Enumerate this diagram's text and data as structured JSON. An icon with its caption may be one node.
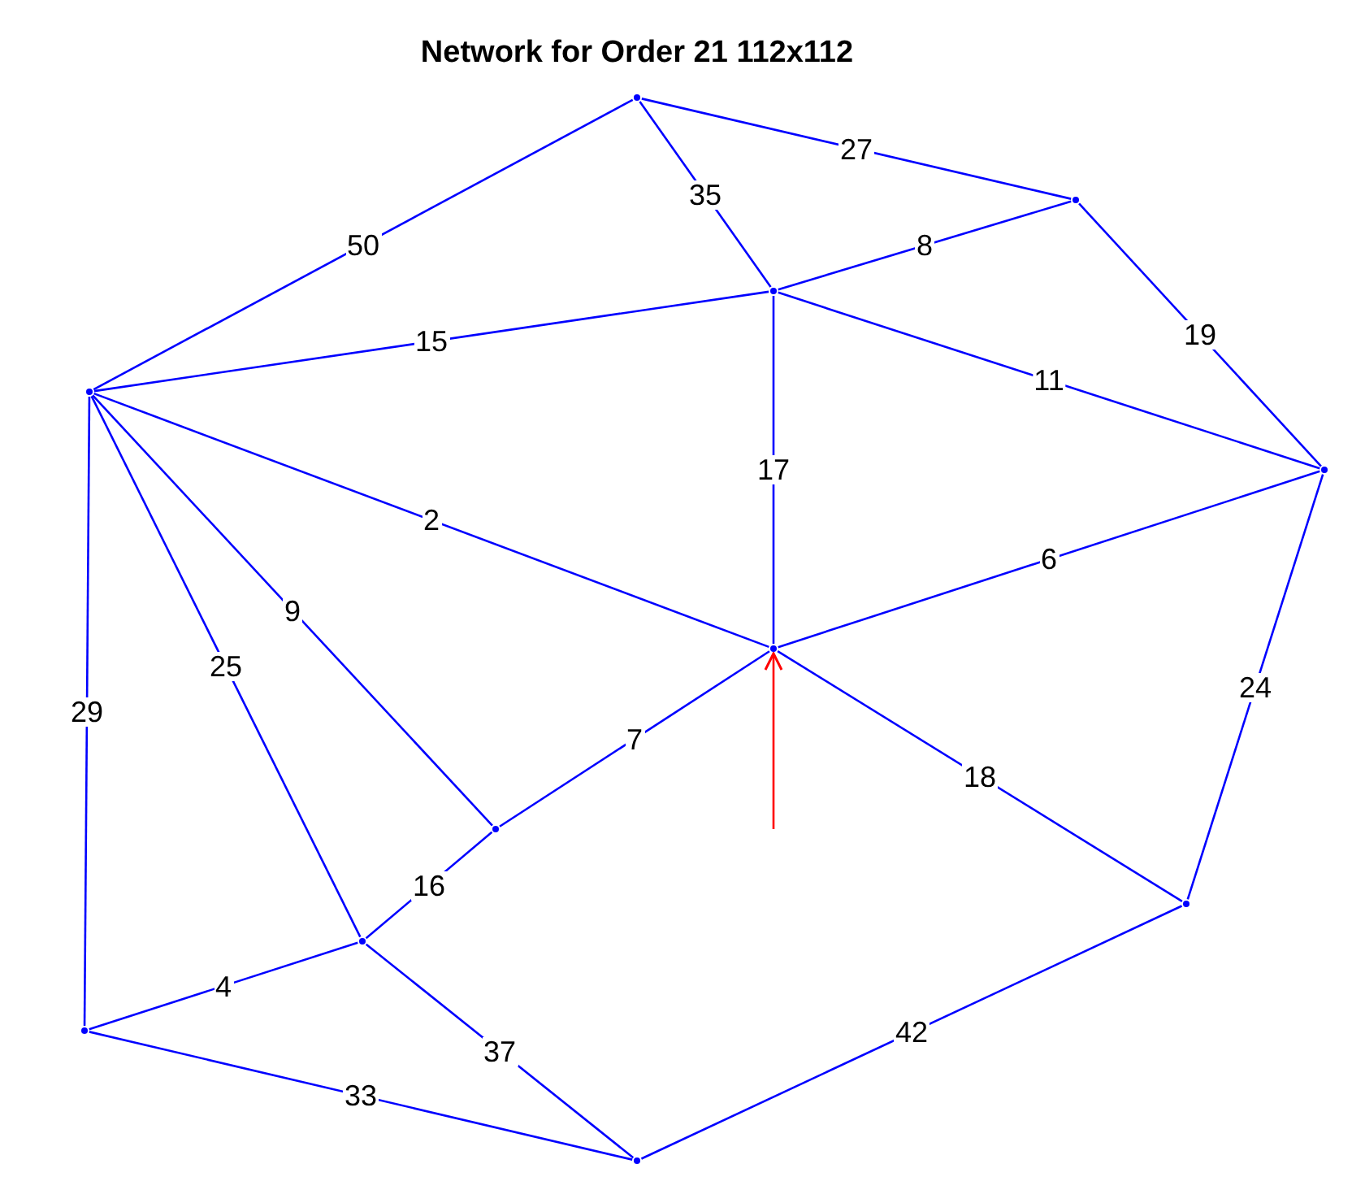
{
  "diagram": {
    "title": "Network for Order 21 112x112",
    "nodes": [
      {
        "text": [],
        "shape": "point"
      },
      {
        "text": [],
        "shape": "point"
      },
      {
        "text": [],
        "shape": "point"
      },
      {
        "text": [],
        "shape": "point"
      },
      {
        "text": [],
        "shape": "point"
      },
      {
        "text": [],
        "shape": "point"
      },
      {
        "text": [],
        "shape": "point"
      },
      {
        "text": [],
        "shape": "point"
      },
      {
        "text": [],
        "shape": "point"
      },
      {
        "text": [],
        "shape": "point"
      },
      {
        "text": [],
        "shape": "point"
      }
    ],
    "edges": [
      {
        "from": 3,
        "to": 0,
        "arrow": "none",
        "label": "50"
      },
      {
        "from": 0,
        "to": 1,
        "arrow": "none",
        "label": "27"
      },
      {
        "from": 0,
        "to": 2,
        "arrow": "none",
        "label": "35"
      },
      {
        "from": 2,
        "to": 1,
        "arrow": "none",
        "label": "8"
      },
      {
        "from": 3,
        "to": 2,
        "arrow": "none",
        "label": "15"
      },
      {
        "from": 1,
        "to": 4,
        "arrow": "none",
        "label": "19"
      },
      {
        "from": 2,
        "to": 4,
        "arrow": "none",
        "label": "11"
      },
      {
        "from": 2,
        "to": 5,
        "arrow": "none",
        "label": "17"
      },
      {
        "from": 3,
        "to": 5,
        "arrow": "none",
        "label": "2"
      },
      {
        "from": 5,
        "to": 4,
        "arrow": "none",
        "label": "6"
      },
      {
        "from": 3,
        "to": 6,
        "arrow": "none",
        "label": "9"
      },
      {
        "from": 3,
        "to": 8,
        "arrow": "none",
        "label": "25"
      },
      {
        "from": 3,
        "to": 9,
        "arrow": "none",
        "label": "29"
      },
      {
        "from": 6,
        "to": 5,
        "arrow": "none",
        "label": "7"
      },
      {
        "from": 6,
        "to": 8,
        "arrow": "none",
        "label": "16"
      },
      {
        "from": 5,
        "to": 7,
        "arrow": "none",
        "label": "18"
      },
      {
        "from": 4,
        "to": 7,
        "arrow": "none",
        "label": "24"
      },
      {
        "from": 9,
        "to": 8,
        "arrow": "none",
        "label": "4"
      },
      {
        "from": 8,
        "to": 10,
        "arrow": "none",
        "label": "37"
      },
      {
        "from": 9,
        "to": 10,
        "arrow": "none",
        "label": "33"
      },
      {
        "from": 10,
        "to": 7,
        "arrow": "none",
        "label": "42"
      },
      {
        "from": null,
        "to": 5,
        "arrow": "to",
        "color": "#ff0000"
      }
    ]
  }
}
